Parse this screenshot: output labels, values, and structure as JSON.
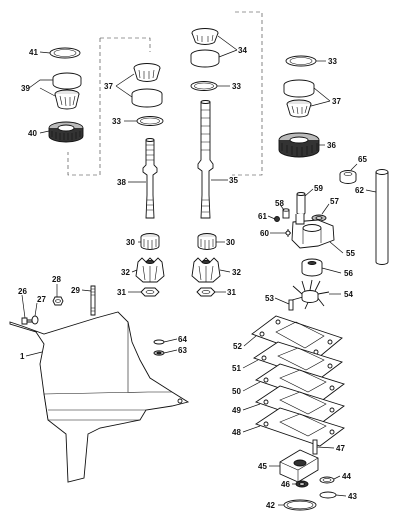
{
  "callouts": [
    {
      "id": "c41",
      "label": "41"
    },
    {
      "id": "c39",
      "label": "39"
    },
    {
      "id": "c40",
      "label": "40"
    },
    {
      "id": "c37a",
      "label": "37"
    },
    {
      "id": "c33a",
      "label": "33"
    },
    {
      "id": "c38",
      "label": "38"
    },
    {
      "id": "c34",
      "label": "34"
    },
    {
      "id": "c33b",
      "label": "33"
    },
    {
      "id": "c35",
      "label": "35"
    },
    {
      "id": "c33c",
      "label": "33"
    },
    {
      "id": "c37b",
      "label": "37"
    },
    {
      "id": "c36",
      "label": "36"
    },
    {
      "id": "c65",
      "label": "65"
    },
    {
      "id": "c62",
      "label": "62"
    },
    {
      "id": "c59",
      "label": "59"
    },
    {
      "id": "c58",
      "label": "58"
    },
    {
      "id": "c57",
      "label": "57"
    },
    {
      "id": "c61",
      "label": "61"
    },
    {
      "id": "c60",
      "label": "60"
    },
    {
      "id": "c55",
      "label": "55"
    },
    {
      "id": "c30a",
      "label": "30"
    },
    {
      "id": "c30b",
      "label": "30"
    },
    {
      "id": "c32a",
      "label": "32"
    },
    {
      "id": "c32b",
      "label": "32"
    },
    {
      "id": "c31a",
      "label": "31"
    },
    {
      "id": "c31b",
      "label": "31"
    },
    {
      "id": "c56",
      "label": "56"
    },
    {
      "id": "c54",
      "label": "54"
    },
    {
      "id": "c53",
      "label": "53"
    },
    {
      "id": "c28",
      "label": "28"
    },
    {
      "id": "c29",
      "label": "29"
    },
    {
      "id": "c26",
      "label": "26"
    },
    {
      "id": "c27",
      "label": "27"
    },
    {
      "id": "c64",
      "label": "64"
    },
    {
      "id": "c63",
      "label": "63"
    },
    {
      "id": "c1",
      "label": "1"
    },
    {
      "id": "c52",
      "label": "52"
    },
    {
      "id": "c51",
      "label": "51"
    },
    {
      "id": "c50",
      "label": "50"
    },
    {
      "id": "c49",
      "label": "49"
    },
    {
      "id": "c48",
      "label": "48"
    },
    {
      "id": "c47",
      "label": "47"
    },
    {
      "id": "c45",
      "label": "45"
    },
    {
      "id": "c44",
      "label": "44"
    },
    {
      "id": "c46",
      "label": "46"
    },
    {
      "id": "c43",
      "label": "43"
    },
    {
      "id": "c42",
      "label": "42"
    }
  ]
}
